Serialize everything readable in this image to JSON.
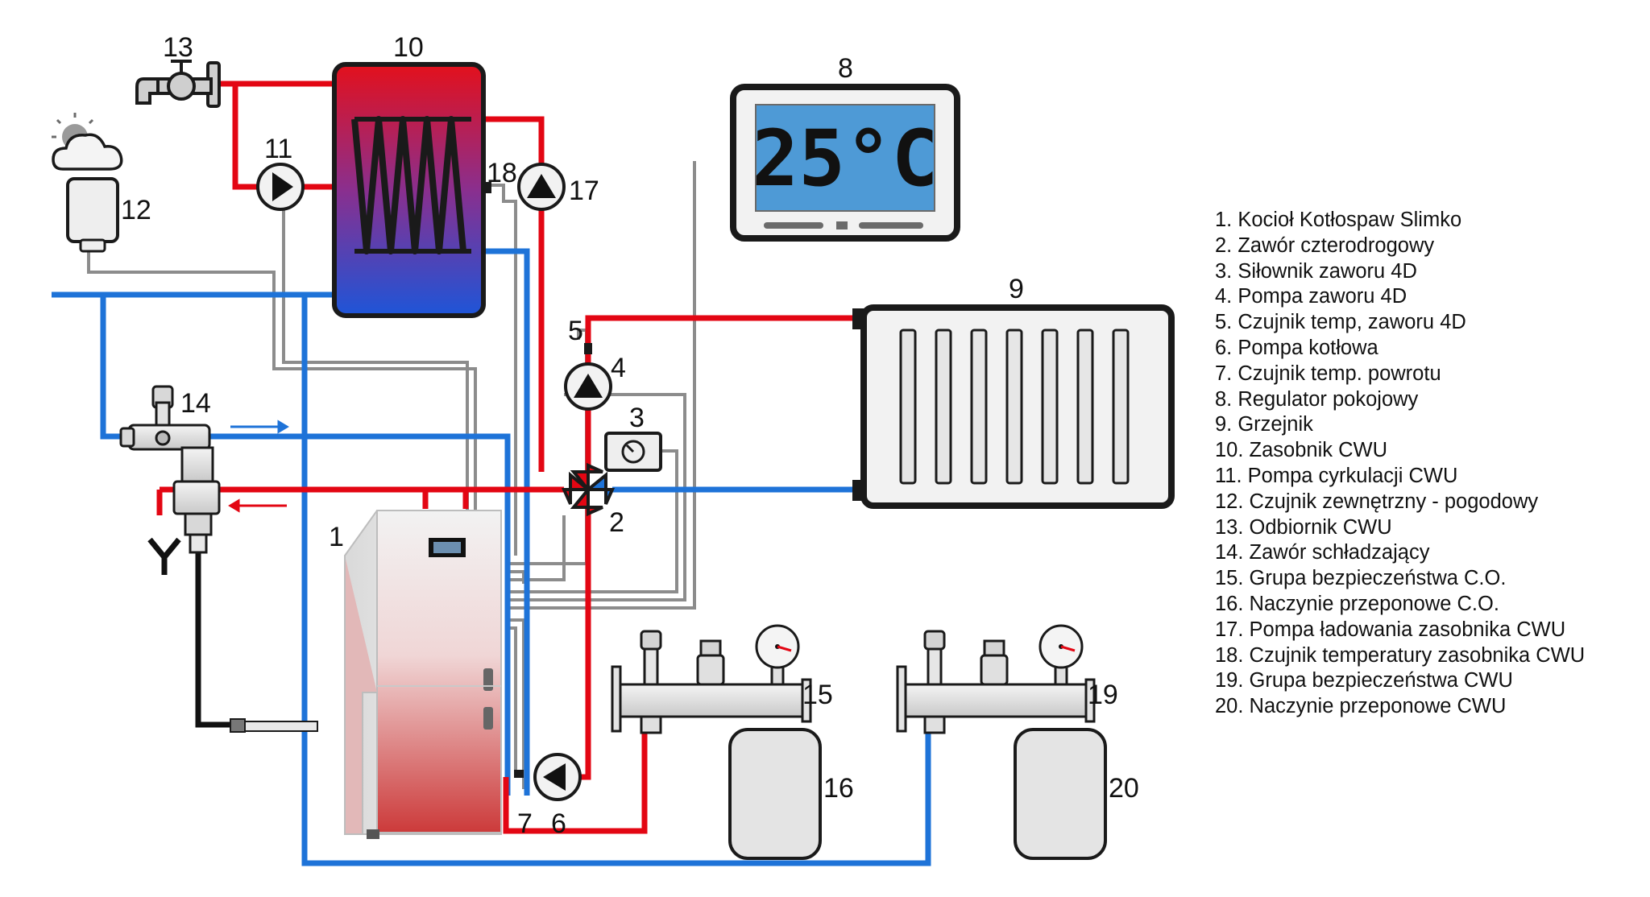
{
  "labels": {
    "l1": "1",
    "l2": "2",
    "l3": "3",
    "l4": "4",
    "l5": "5",
    "l6": "6",
    "l7": "7",
    "l8": "8",
    "l9": "9",
    "l10": "10",
    "l11": "11",
    "l12": "12",
    "l13": "13",
    "l14": "14",
    "l15": "15",
    "l16": "16",
    "l17": "17",
    "l18": "18",
    "l19": "19",
    "l20": "20"
  },
  "thermostat": {
    "temperature": "25°C"
  },
  "colors": {
    "supply": "#e30613",
    "return": "#1e73d8",
    "signal": "#8c8c8c",
    "frame": "#1a1a1a"
  },
  "legend": [
    "1. Kocioł Kotłospaw Slimko",
    "2. Zawór czterodrogowy",
    "3. Siłownik zaworu 4D",
    "4. Pompa zaworu 4D",
    "5. Czujnik temp, zaworu 4D",
    "6. Pompa kotłowa",
    "7. Czujnik temp. powrotu",
    "8. Regulator pokojowy",
    "9. Grzejnik",
    "10. Zasobnik CWU",
    "11. Pompa cyrkulacji CWU",
    "12. Czujnik zewnętrzny - pogodowy",
    "13. Odbiornik CWU",
    "14. Zawór schładzający",
    "15. Grupa bezpieczeństwa C.O.",
    "16. Naczynie przeponowe C.O.",
    "17. Pompa ładowania zasobnika CWU",
    "18. Czujnik temperatury zasobnika CWU",
    "19. Grupa bezpieczeństwa CWU",
    "20. Naczynie przeponowe CWU"
  ]
}
